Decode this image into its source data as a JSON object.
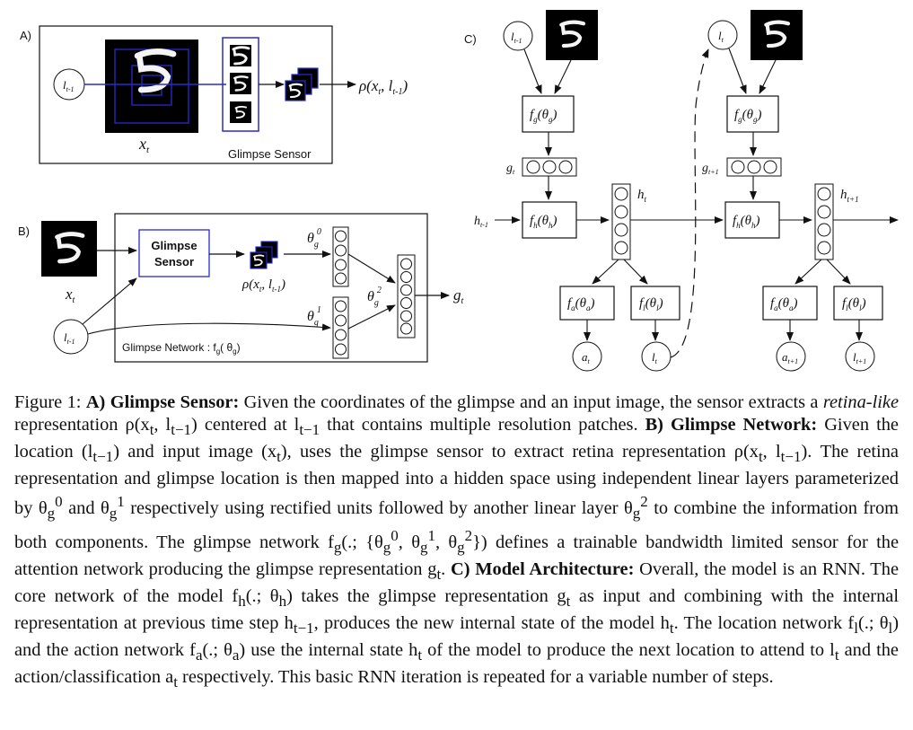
{
  "panel_a": {
    "label": "A)",
    "loc_in": "l",
    "loc_in_sub": "t-1",
    "image_var": "x",
    "image_var_sub": "t",
    "output": "ρ(x",
    "output_sub1": "t",
    "output_mid": ", l",
    "output_sub2": "t-1",
    "output_end": ")",
    "sensor_label": "Glimpse Sensor"
  },
  "panel_b": {
    "label": "B)",
    "image_var": "x",
    "image_var_sub": "t",
    "loc_in": "l",
    "loc_in_sub": "t-1",
    "sensor_line1": "Glimpse",
    "sensor_line2": "Sensor",
    "rho": "ρ(x",
    "rho_sub1": "t",
    "rho_mid": ", l",
    "rho_sub2": "t-1",
    "rho_end": ")",
    "theta0": "θ",
    "theta0_sub": "g",
    "theta0_sup": "0",
    "theta1": "θ",
    "theta1_sub": "g",
    "theta1_sup": "1",
    "theta2": "θ",
    "theta2_sub": "g",
    "theta2_sup": "2",
    "out": "g",
    "out_sub": "t",
    "network_label": "Glimpse Network : f",
    "network_label_sub": "g",
    "network_label_end": "( θ",
    "network_label_sub2": "g",
    "network_label_close": ")"
  },
  "panel_c": {
    "label": "C)",
    "left": {
      "loc_in": "l",
      "loc_in_sub": "t-1",
      "fg": "f",
      "fg_sub": "g",
      "fg_arg": "(θ",
      "fg_arg_sub": "g",
      "fg_close": ")",
      "g": "g",
      "g_sub": "t",
      "h_in": "h",
      "h_in_sub": "t-1",
      "fh": "f",
      "fh_sub": "h",
      "fh_arg": "(θ",
      "fh_arg_sub": "h",
      "fh_close": ")",
      "h": "h",
      "h_sub": "t",
      "fa": "f",
      "fa_sub": "a",
      "fa_arg": "(θ",
      "fa_arg_sub": "a",
      "fa_close": ")",
      "fl": "f",
      "fl_sub": "l",
      "fl_arg": "(θ",
      "fl_arg_sub": "l",
      "fl_close": ")",
      "a": "a",
      "a_sub": "t",
      "l": "l",
      "l_sub": "t"
    },
    "right": {
      "loc_in": "l",
      "loc_in_sub": "t",
      "fg": "f",
      "fg_sub": "g",
      "fg_arg": "(θ",
      "fg_arg_sub": "g",
      "fg_close": ")",
      "g": "g",
      "g_sub": "t+1",
      "fh": "f",
      "fh_sub": "h",
      "fh_arg": "(θ",
      "fh_arg_sub": "h",
      "fh_close": ")",
      "h": "h",
      "h_sub": "t+1",
      "fa": "f",
      "fa_sub": "a",
      "fa_arg": "(θ",
      "fa_arg_sub": "a",
      "fa_close": ")",
      "fl": "f",
      "fl_sub": "l",
      "fl_arg": "(θ",
      "fl_arg_sub": "l",
      "fl_close": ")",
      "a": "a",
      "a_sub": "t+1",
      "l": "l",
      "l_sub": "t+1"
    }
  },
  "caption": {
    "prefix": "Figure 1: ",
    "a_head": "A) Glimpse Sensor:",
    "a_text1": " Given the coordinates of the glimpse and an input image, the sensor extracts a ",
    "a_emph": "retina-like",
    "a_text2": " representation ρ(x",
    "a_text2_sub1": "t",
    "a_text2_mid": ", l",
    "a_text2_sub2": "t−1",
    "a_text3": ") centered at l",
    "a_text3_sub": "t−1",
    "a_text4": " that contains multiple resolution patches. ",
    "b_head": "B) Glimpse Network:",
    "b_text1": " Given the location (l",
    "b_text1_sub": "t−1",
    "b_text2": ") and input image (x",
    "b_text2_sub": "t",
    "b_text3": "), uses the glimpse sensor to extract retina representation ρ(x",
    "b_text3_sub1": "t",
    "b_text3_mid": ", l",
    "b_text3_sub2": "t−1",
    "b_text4": "). The retina representation and glimpse location is then mapped into a hidden space using independent linear layers parameterized by θ",
    "b_t0_sub": "g",
    "b_t0_sup": "0",
    "b_text5": " and θ",
    "b_t1_sub": "g",
    "b_t1_sup": "1",
    "b_text6": " respectively using rectified units followed by another linear layer θ",
    "b_t2_sub": "g",
    "b_t2_sup": "2",
    "b_text7": " to combine the information from both components. The glimpse network f",
    "b_fg_sub": "g",
    "b_text8": "(.; {θ",
    "b_s0_sub": "g",
    "b_s0_sup": "0",
    "b_text9": ", θ",
    "b_s1_sub": "g",
    "b_s1_sup": "1",
    "b_text10": ", θ",
    "b_s2_sub": "g",
    "b_s2_sup": "2",
    "b_text11": "}) defines a trainable bandwidth limited sensor for the attention network producing the glimpse representation g",
    "b_gt_sub": "t",
    "b_text12": ". ",
    "c_head": "C) Model Architecture:",
    "c_text1": " Overall, the model is an RNN. The core network of the model f",
    "c_fh_sub": "h",
    "c_text2": "(.; θ",
    "c_th_sub": "h",
    "c_text3": ") takes the glimpse representation g",
    "c_gt_sub": "t",
    "c_text4": " as input and combining with the internal representation at previous time step h",
    "c_ht1_sub": "t−1",
    "c_text5": ", produces the new internal state of the model h",
    "c_ht_sub": "t",
    "c_text6": ". The location network f",
    "c_fl_sub": "l",
    "c_text7": "(.; θ",
    "c_tl_sub": "l",
    "c_text8": ") and the action network f",
    "c_fa_sub": "a",
    "c_text9": "(.; θ",
    "c_ta_sub": "a",
    "c_text10": ") use the internal state h",
    "c_ht2_sub": "t",
    "c_text11": " of the model to produce the next location to attend to l",
    "c_lt_sub": "t",
    "c_text12": " and the action/classification a",
    "c_at_sub": "t",
    "c_text13": " respectively. This basic RNN iteration is repeated for a variable number of steps."
  }
}
